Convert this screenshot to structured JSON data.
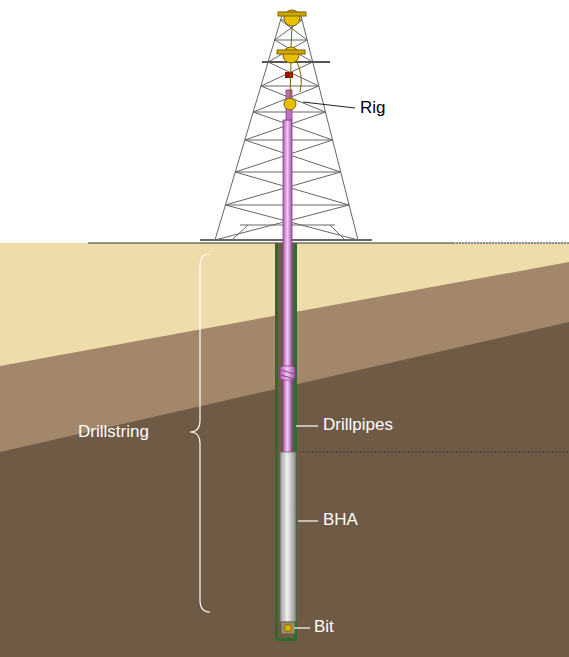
{
  "diagram": {
    "labels": [
      "Rig",
      "Drillpipes",
      "Drillstring",
      "BHA",
      "Bit"
    ]
  }
}
